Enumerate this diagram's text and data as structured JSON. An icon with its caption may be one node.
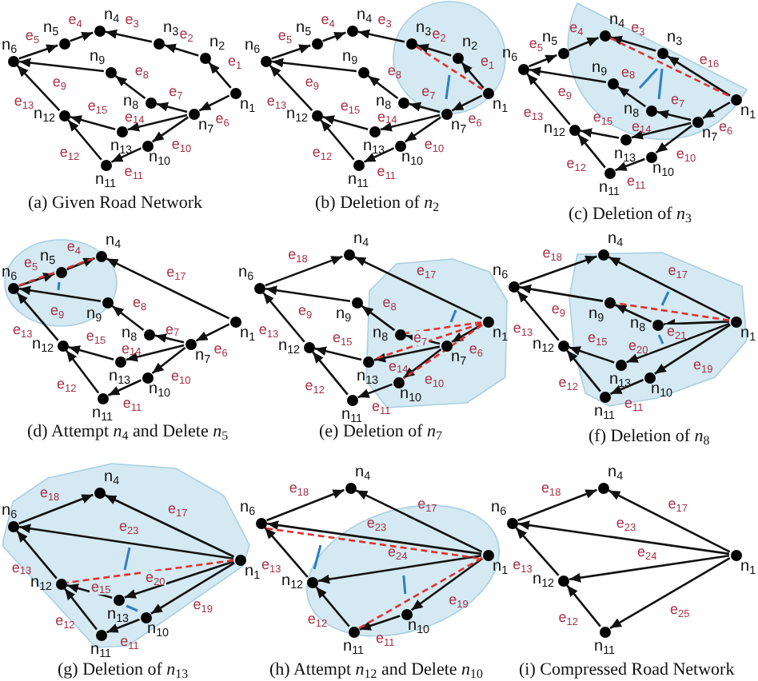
{
  "diagram": {
    "nodes": [
      {
        "text": [],
        "shape": "circle",
        "beside": [
          "n$_{6}$"
        ]
      },
      {
        "text": [],
        "shape": "circle",
        "beside": [
          "n$_{5}$"
        ]
      },
      {
        "text": [],
        "shape": "circle",
        "beside": [
          "n$_{4}$"
        ]
      },
      {
        "text": [],
        "shape": "circle",
        "beside": [
          "n$_{3}$"
        ]
      },
      {
        "text": [],
        "shape": "circle",
        "beside": [
          "n$_{2}$"
        ]
      },
      {
        "text": [],
        "shape": "circle",
        "beside": [
          "n$_{1}$"
        ]
      },
      {
        "text": [],
        "shape": "circle",
        "beside": [
          "n$_{9}$"
        ]
      },
      {
        "text": [],
        "shape": "circle",
        "beside": [
          "n$_{8}$"
        ]
      },
      {
        "text": [],
        "shape": "circle",
        "beside": [
          "n$_{7}$"
        ]
      },
      {
        "text": [],
        "shape": "circle",
        "beside": [
          "n$_{12}$"
        ]
      },
      {
        "text": [],
        "shape": "circle",
        "beside": [
          "n$_{13}$"
        ]
      },
      {
        "text": [],
        "shape": "circle",
        "beside": [
          "n$_{10}$"
        ]
      },
      {
        "text": [],
        "shape": "circle",
        "beside": [
          "n$_{11}$"
        ]
      },
      {
        "text": [],
        "shape": "circle",
        "beside": [
          "n$_{6}$"
        ]
      },
      {
        "text": [],
        "shape": "circle",
        "beside": [
          "n$_{5}$"
        ]
      },
      {
        "text": [],
        "shape": "circle",
        "beside": [
          "n$_{4}$"
        ]
      },
      {
        "text": [],
        "shape": "circle",
        "beside": [
          "n$_{3}$"
        ]
      },
      {
        "text": [],
        "shape": "circle",
        "beside": [
          "n$_{2}$"
        ]
      },
      {
        "text": [],
        "shape": "circle",
        "beside": [
          "n$_{1}$"
        ]
      },
      {
        "text": [],
        "shape": "circle",
        "beside": [
          "n$_{9}$"
        ]
      },
      {
        "text": [],
        "shape": "circle",
        "beside": [
          "n$_{8}$"
        ]
      },
      {
        "text": [],
        "shape": "circle",
        "beside": [
          "n$_{7}$"
        ]
      },
      {
        "text": [],
        "shape": "circle",
        "beside": [
          "n$_{12}$"
        ]
      },
      {
        "text": [],
        "shape": "circle",
        "beside": [
          "n$_{13}$"
        ]
      },
      {
        "text": [],
        "shape": "circle",
        "beside": [
          "n$_{10}$"
        ]
      },
      {
        "text": [],
        "shape": "circle",
        "beside": [
          "n$_{11}$"
        ]
      },
      {
        "text": [],
        "shape": "circle",
        "beside": [
          "n$_{6}$"
        ]
      },
      {
        "text": [],
        "shape": "circle",
        "beside": [
          "n$_{5}$"
        ]
      },
      {
        "text": [],
        "shape": "circle",
        "beside": [
          "n$_{4}$"
        ]
      },
      {
        "text": [],
        "shape": "circle",
        "beside": [
          "n$_{3}$"
        ]
      },
      {
        "text": [],
        "shape": "circle",
        "beside": [
          "n$_{1}$"
        ]
      },
      {
        "text": [],
        "shape": "circle",
        "beside": [
          "n$_{9}$"
        ]
      },
      {
        "text": [],
        "shape": "circle",
        "beside": [
          "n$_{8}$"
        ]
      },
      {
        "text": [],
        "shape": "circle",
        "beside": [
          "n$_{7}$"
        ]
      },
      {
        "text": [],
        "shape": "circle",
        "beside": [
          "n$_{12}$"
        ]
      },
      {
        "text": [],
        "shape": "circle",
        "beside": [
          "n$_{13}$"
        ]
      },
      {
        "text": [],
        "shape": "circle",
        "beside": [
          "n$_{10}$"
        ]
      },
      {
        "text": [],
        "shape": "circle",
        "beside": [
          "n$_{11}$"
        ]
      },
      {
        "text": [],
        "shape": "circle",
        "beside": [
          "n$_{6}$"
        ]
      },
      {
        "text": [],
        "shape": "circle",
        "beside": [
          "n$_{5}$"
        ]
      },
      {
        "text": [],
        "shape": "circle",
        "beside": [
          "n$_{4}$"
        ]
      },
      {
        "text": [],
        "shape": "circle",
        "beside": [
          "n$_{1}$"
        ]
      },
      {
        "text": [],
        "shape": "circle",
        "beside": [
          "n$_{9}$"
        ]
      },
      {
        "text": [],
        "shape": "circle",
        "beside": [
          "n$_{8}$"
        ]
      },
      {
        "text": [],
        "shape": "circle",
        "beside": [
          "n$_{7}$"
        ]
      },
      {
        "text": [],
        "shape": "circle",
        "beside": [
          "n$_{12}$"
        ]
      },
      {
        "text": [],
        "shape": "circle",
        "beside": [
          "n$_{13}$"
        ]
      },
      {
        "text": [],
        "shape": "circle",
        "beside": [
          "n$_{10}$"
        ]
      },
      {
        "text": [],
        "shape": "circle",
        "beside": [
          "n$_{11}$"
        ]
      },
      {
        "text": [],
        "shape": "circle",
        "beside": [
          "n$_{6}$"
        ]
      },
      {
        "text": [],
        "shape": "circle",
        "beside": [
          "n$_{4}$"
        ]
      },
      {
        "text": [],
        "shape": "circle",
        "beside": [
          "n$_{1}$"
        ]
      },
      {
        "text": [],
        "shape": "circle",
        "beside": [
          "n$_{9}$"
        ]
      },
      {
        "text": [],
        "shape": "circle",
        "beside": [
          "n$_{8}$"
        ]
      },
      {
        "text": [],
        "shape": "circle",
        "beside": [
          "n$_{7}$"
        ]
      },
      {
        "text": [],
        "shape": "circle",
        "beside": [
          "n$_{12}$"
        ]
      },
      {
        "text": [],
        "shape": "circle",
        "beside": [
          "n$_{13}$"
        ]
      },
      {
        "text": [],
        "shape": "circle",
        "beside": [
          "n$_{10}$"
        ]
      },
      {
        "text": [],
        "shape": "circle",
        "beside": [
          "n$_{11}$"
        ]
      },
      {
        "text": [],
        "shape": "circle",
        "beside": [
          "n$_{6}$"
        ]
      },
      {
        "text": [],
        "shape": "circle",
        "beside": [
          "n$_{4}$"
        ]
      },
      {
        "text": [],
        "shape": "circle",
        "beside": [
          "n$_{1}$"
        ]
      },
      {
        "text": [],
        "shape": "circle",
        "beside": [
          "n$_{9}$"
        ]
      },
      {
        "text": [],
        "shape": "circle",
        "beside": [
          "n$_{8}$"
        ]
      },
      {
        "text": [],
        "shape": "circle",
        "beside": [
          "n$_{12}$"
        ]
      },
      {
        "text": [],
        "shape": "circle",
        "beside": [
          "n$_{13}$"
        ]
      },
      {
        "text": [],
        "shape": "circle",
        "beside": [
          "n$_{10}$"
        ]
      },
      {
        "text": [],
        "shape": "circle",
        "beside": [
          "n$_{11}$"
        ]
      },
      {
        "text": [],
        "shape": "circle",
        "beside": [
          "n$_{6}$"
        ]
      },
      {
        "text": [],
        "shape": "circle",
        "beside": [
          "n$_{4}$"
        ]
      },
      {
        "text": [],
        "shape": "circle",
        "beside": [
          "n$_{1}$"
        ]
      },
      {
        "text": [],
        "shape": "circle",
        "beside": [
          "n$_{12}$"
        ]
      },
      {
        "text": [],
        "shape": "circle",
        "beside": [
          "n$_{13}$"
        ]
      },
      {
        "text": [],
        "shape": "circle",
        "beside": [
          "n$_{10}$"
        ]
      },
      {
        "text": [],
        "shape": "circle",
        "beside": [
          "n$_{11}$"
        ]
      },
      {
        "text": [],
        "shape": "circle",
        "beside": [
          "n$_{6}$"
        ]
      },
      {
        "text": [],
        "shape": "circle",
        "beside": [
          "n$_{4}$"
        ]
      },
      {
        "text": [],
        "shape": "circle",
        "beside": [
          "n$_{1}$"
        ]
      },
      {
        "text": [],
        "shape": "circle",
        "beside": [
          "n$_{12}$"
        ]
      },
      {
        "text": [],
        "shape": "circle",
        "beside": [
          "n$_{10}$"
        ]
      },
      {
        "text": [],
        "shape": "circle",
        "beside": [
          "n$_{11}$"
        ]
      },
      {
        "text": [],
        "shape": "circle",
        "beside": [
          "n$_{6}$"
        ]
      },
      {
        "text": [],
        "shape": "circle",
        "beside": [
          "n$_{4}$"
        ]
      },
      {
        "text": [],
        "shape": "circle",
        "beside": [
          "n$_{1}$"
        ]
      },
      {
        "text": [],
        "shape": "circle",
        "beside": [
          "n$_{12}$"
        ]
      },
      {
        "text": [],
        "shape": "circle",
        "beside": [
          "n$_{11}$"
        ]
      }
    ],
    "edges": [
      {
        "from": 5,
        "to": 4,
        "arrow": "to",
        "label": "e$_{1}$"
      },
      {
        "from": 4,
        "to": 3,
        "arrow": "to",
        "label": "e$_{2}$"
      },
      {
        "from": 3,
        "to": 2,
        "arrow": "to",
        "label": "e$_{3}$"
      },
      {
        "from": 1,
        "to": 2,
        "arrow": "to",
        "label": "e$_{4}$"
      },
      {
        "from": 0,
        "to": 1,
        "arrow": "to",
        "label": "e$_{5}$"
      },
      {
        "from": 5,
        "to": 8,
        "arrow": "to",
        "label": "e$_{6}$"
      },
      {
        "from": 8,
        "to": 7,
        "arrow": "to",
        "label": "e$_{7}$"
      },
      {
        "from": 7,
        "to": 6,
        "arrow": "to",
        "label": "e$_{8}$"
      },
      {
        "from": 6,
        "to": 0,
        "arrow": "to",
        "label": "e$_{9}$"
      },
      {
        "from": 8,
        "to": 11,
        "arrow": "to",
        "label": "e$_{10}$"
      },
      {
        "from": 11,
        "to": 12,
        "arrow": "to",
        "label": "e$_{11}$"
      },
      {
        "from": 12,
        "to": 9,
        "arrow": "to",
        "label": "e$_{12}$"
      },
      {
        "from": 9,
        "to": 0,
        "arrow": "to",
        "label": "e$_{13}$"
      },
      {
        "from": 8,
        "to": 10,
        "arrow": "to",
        "label": "e$_{14}$"
      },
      {
        "from": 10,
        "to": 9,
        "arrow": "to",
        "label": "e$_{15}$"
      },
      {
        "from": 18,
        "to": 17,
        "arrow": "to",
        "label": "e$_{1}$"
      },
      {
        "from": 17,
        "to": 16,
        "arrow": "to",
        "label": "e$_{2}$"
      },
      {
        "from": 16,
        "to": 15,
        "arrow": "to",
        "label": "e$_{3}$"
      },
      {
        "from": 14,
        "to": 15,
        "arrow": "to",
        "label": "e$_{4}$"
      },
      {
        "from": 13,
        "to": 14,
        "arrow": "to",
        "label": "e$_{5}$"
      },
      {
        "from": 18,
        "to": 21,
        "arrow": "to",
        "label": "e$_{6}$"
      },
      {
        "from": 21,
        "to": 20,
        "arrow": "to",
        "label": "e$_{7}$"
      },
      {
        "from": 20,
        "to": 19,
        "arrow": "to",
        "label": "e$_{8}$"
      },
      {
        "from": 19,
        "to": 13,
        "arrow": "to",
        "label": "e$_{9}$"
      },
      {
        "from": 21,
        "to": 24,
        "arrow": "to",
        "label": "e$_{10}$"
      },
      {
        "from": 24,
        "to": 25,
        "arrow": "to",
        "label": "e$_{11}$"
      },
      {
        "from": 25,
        "to": 22,
        "arrow": "to",
        "label": "e$_{12}$"
      },
      {
        "from": 22,
        "to": 13,
        "arrow": "to",
        "label": "e$_{13}$"
      },
      {
        "from": 21,
        "to": 23,
        "arrow": "to",
        "label": "e$_{14}$"
      },
      {
        "from": 23,
        "to": 22,
        "arrow": "to",
        "label": "e$_{15}$"
      },
      {
        "from": 16,
        "to": 18,
        "arrow": "none",
        "style": "dashed",
        "color": "#e0302f"
      },
      {
        "from": 29,
        "to": 28,
        "arrow": "to",
        "label": "e$_{3}$"
      },
      {
        "from": 27,
        "to": 28,
        "arrow": "to",
        "label": "e$_{4}$"
      },
      {
        "from": 26,
        "to": 27,
        "arrow": "to",
        "label": "e$_{5}$"
      },
      {
        "from": 30,
        "to": 33,
        "arrow": "to",
        "label": "e$_{6}$"
      },
      {
        "from": 33,
        "to": 32,
        "arrow": "to",
        "label": "e$_{7}$"
      },
      {
        "from": 32,
        "to": 31,
        "arrow": "to",
        "label": "e$_{8}$"
      },
      {
        "from": 31,
        "to": 26,
        "arrow": "to",
        "label": "e$_{9}$"
      },
      {
        "from": 33,
        "to": 36,
        "arrow": "to",
        "label": "e$_{10}$"
      },
      {
        "from": 36,
        "to": 37,
        "arrow": "to",
        "label": "e$_{11}$"
      },
      {
        "from": 37,
        "to": 34,
        "arrow": "to",
        "label": "e$_{12}$"
      },
      {
        "from": 34,
        "to": 26,
        "arrow": "to",
        "label": "e$_{13}$"
      },
      {
        "from": 33,
        "to": 35,
        "arrow": "to",
        "label": "e$_{14}$"
      },
      {
        "from": 35,
        "to": 34,
        "arrow": "to",
        "label": "e$_{15}$"
      },
      {
        "from": 30,
        "to": 29,
        "arrow": "to",
        "label": "e$_{16}$"
      },
      {
        "from": 28,
        "to": 30,
        "arrow": "none",
        "style": "dashed",
        "color": "#e0302f"
      },
      {
        "from": 39,
        "to": 40,
        "arrow": "to",
        "label": "e$_{4}$"
      },
      {
        "from": 38,
        "to": 39,
        "arrow": "to",
        "label": "e$_{5}$"
      },
      {
        "from": 41,
        "to": 44,
        "arrow": "to",
        "label": "e$_{6}$"
      },
      {
        "from": 44,
        "to": 43,
        "arrow": "to",
        "label": "e$_{7}$"
      },
      {
        "from": 43,
        "to": 42,
        "arrow": "to",
        "label": "e$_{8}$"
      },
      {
        "from": 42,
        "to": 38,
        "arrow": "to",
        "label": "e$_{9}$"
      },
      {
        "from": 44,
        "to": 47,
        "arrow": "to",
        "label": "e$_{10}$"
      },
      {
        "from": 47,
        "to": 48,
        "arrow": "to",
        "label": "e$_{11}$"
      },
      {
        "from": 48,
        "to": 45,
        "arrow": "to",
        "label": "e$_{12}$"
      },
      {
        "from": 45,
        "to": 38,
        "arrow": "to",
        "label": "e$_{13}$"
      },
      {
        "from": 44,
        "to": 46,
        "arrow": "to",
        "label": "e$_{14}$"
      },
      {
        "from": 46,
        "to": 45,
        "arrow": "to",
        "label": "e$_{15}$"
      },
      {
        "from": 41,
        "to": 40,
        "arrow": "to",
        "label": "e$_{17}$"
      },
      {
        "from": 38,
        "to": 40,
        "arrow": "none",
        "style": "dashed",
        "color": "#e0302f"
      },
      {
        "from": 51,
        "to": 54,
        "arrow": "to",
        "label": "e$_{6}$"
      },
      {
        "from": 54,
        "to": 53,
        "arrow": "to",
        "label": "e$_{7}$"
      },
      {
        "from": 53,
        "to": 52,
        "arrow": "to",
        "label": "e$_{8}$"
      },
      {
        "from": 52,
        "to": 49,
        "arrow": "to",
        "label": "e$_{9}$"
      },
      {
        "from": 54,
        "to": 57,
        "arrow": "to",
        "label": "e$_{10}$"
      },
      {
        "from": 57,
        "to": 58,
        "arrow": "to",
        "label": "e$_{11}$"
      },
      {
        "from": 58,
        "to": 55,
        "arrow": "to",
        "label": "e$_{12}$"
      },
      {
        "from": 55,
        "to": 49,
        "arrow": "to",
        "label": "e$_{13}$"
      },
      {
        "from": 54,
        "to": 56,
        "arrow": "to",
        "label": "e$_{14}$"
      },
      {
        "from": 56,
        "to": 55,
        "arrow": "to",
        "label": "e$_{15}$"
      },
      {
        "from": 51,
        "to": 50,
        "arrow": "to",
        "label": "e$_{17}$"
      },
      {
        "from": 49,
        "to": 50,
        "arrow": "to",
        "label": "e$_{18}$"
      },
      {
        "from": 51,
        "to": 53,
        "arrow": "none",
        "style": "dashed",
        "color": "#e0302f"
      },
      {
        "from": 51,
        "to": 56,
        "arrow": "none",
        "style": "dashed",
        "color": "#e0302f"
      },
      {
        "from": 51,
        "to": 57,
        "arrow": "none",
        "style": "dashed",
        "color": "#e0302f"
      },
      {
        "from": 63,
        "to": 62,
        "arrow": "to"
      },
      {
        "from": 62,
        "to": 59,
        "arrow": "to",
        "label": "e$_{9}$"
      },
      {
        "from": 66,
        "to": 67,
        "arrow": "to",
        "label": "e$_{11}$"
      },
      {
        "from": 67,
        "to": 64,
        "arrow": "to",
        "label": "e$_{12}$"
      },
      {
        "from": 64,
        "to": 59,
        "arrow": "to",
        "label": "e$_{13}$"
      },
      {
        "from": 65,
        "to": 64,
        "arrow": "to",
        "label": "e$_{15}$"
      },
      {
        "from": 61,
        "to": 60,
        "arrow": "to",
        "label": "e$_{17}$"
      },
      {
        "from": 59,
        "to": 60,
        "arrow": "to",
        "label": "e$_{18}$"
      },
      {
        "from": 61,
        "to": 66,
        "arrow": "to",
        "label": "e$_{19}$"
      },
      {
        "from": 61,
        "to": 65,
        "arrow": "to",
        "label": "e$_{20}$"
      },
      {
        "from": 61,
        "to": 63,
        "arrow": "to",
        "label": "e$_{21}$"
      },
      {
        "from": 61,
        "to": 62,
        "arrow": "none",
        "style": "dashed",
        "color": "#e0302f"
      },
      {
        "from": 73,
        "to": 74,
        "arrow": "to",
        "label": "e$_{11}$"
      },
      {
        "from": 74,
        "to": 71,
        "arrow": "to",
        "label": "e$_{12}$"
      },
      {
        "from": 71,
        "to": 68,
        "arrow": "to",
        "label": "e$_{13}$"
      },
      {
        "from": 72,
        "to": 71,
        "arrow": "to",
        "label": "e$_{15}$"
      },
      {
        "from": 70,
        "to": 69,
        "arrow": "to",
        "label": "e$_{17}$"
      },
      {
        "from": 68,
        "to": 69,
        "arrow": "to",
        "label": "e$_{18}$"
      },
      {
        "from": 70,
        "to": 73,
        "arrow": "to",
        "label": "e$_{19}$"
      },
      {
        "from": 70,
        "to": 72,
        "arrow": "to",
        "label": "e$_{20}$"
      },
      {
        "from": 70,
        "to": 68,
        "arrow": "to",
        "label": "e$_{23}$"
      },
      {
        "from": 70,
        "to": 71,
        "arrow": "none",
        "style": "dashed",
        "color": "#e0302f"
      },
      {
        "from": 79,
        "to": 80,
        "arrow": "to",
        "label": "e$_{11}$"
      },
      {
        "from": 80,
        "to": 78,
        "arrow": "to",
        "label": "e$_{12}$"
      },
      {
        "from": 78,
        "to": 75,
        "arrow": "to",
        "label": "e$_{13}$"
      },
      {
        "from": 77,
        "to": 76,
        "arrow": "to",
        "label": "e$_{17}$"
      },
      {
        "from": 75,
        "to": 76,
        "arrow": "to",
        "label": "e$_{18}$"
      },
      {
        "from": 77,
        "to": 79,
        "arrow": "to",
        "label": "e$_{19}$"
      },
      {
        "from": 77,
        "to": 75,
        "arrow": "to",
        "label": "e$_{23}$"
      },
      {
        "from": 77,
        "to": 78,
        "arrow": "to",
        "label": "e$_{24}$"
      },
      {
        "from": 75,
        "to": 77,
        "arrow": "none",
        "style": "dashed",
        "color": "#e0302f"
      },
      {
        "from": 77,
        "to": 80,
        "arrow": "none",
        "style": "dashed",
        "color": "#e0302f"
      },
      {
        "from": 85,
        "to": 84,
        "arrow": "to",
        "label": "e$_{12}$"
      },
      {
        "from": 84,
        "to": 81,
        "arrow": "to",
        "label": "e$_{13}$"
      },
      {
        "from": 83,
        "to": 82,
        "arrow": "to",
        "label": "e$_{17}$"
      },
      {
        "from": 81,
        "to": 82,
        "arrow": "to",
        "label": "e$_{18}$"
      },
      {
        "from": 83,
        "to": 81,
        "arrow": "to",
        "label": "e$_{23}$"
      },
      {
        "from": 83,
        "to": 84,
        "arrow": "to",
        "label": "e$_{24}$"
      },
      {
        "from": 83,
        "to": 85,
        "arrow": "to",
        "label": "e$_{25}$"
      }
    ],
    "labels": [
      "(a) Given Road Network",
      "(b) Deletion of *n*$_{2}$",
      "(c) Deletion of *n*$_{3}$",
      "(d) Attempt *n*$_{4}$ and Delete *n*$_{5}$",
      "(e) Deletion of *n*$_{7}$",
      "(f) Deletion of *n*$_{8}$",
      "(g) Deletion of *n*$_{13}$",
      "(h) Attempt *n*$_{12}$ and Delete *n*$_{10}$",
      "(i) Compressed Road Network"
    ]
  }
}
